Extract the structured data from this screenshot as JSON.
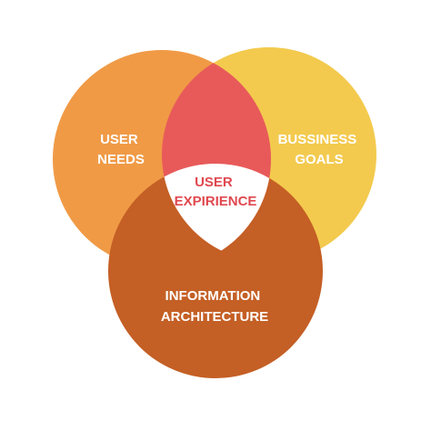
{
  "diagram": {
    "title": "",
    "sets": {
      "user_needs": {
        "lines": [
          "USER",
          "NEEDS"
        ],
        "color": "#F09A46"
      },
      "business_goals": {
        "lines": [
          "BUSSINESS",
          "GOALS"
        ],
        "color": "#F3CA4E"
      },
      "information_architecture": {
        "lines": [
          "INFORMATION",
          "ARCHITECTURE"
        ],
        "color": "#C45F25"
      }
    },
    "intersections": {
      "needs_goals": {
        "color": "#E85A5A"
      },
      "center": {
        "lines": [
          "USER",
          "EXPIRIENCE"
        ],
        "color": "#FFFFFF",
        "text_color": "#E0484F"
      }
    },
    "label_color": "#FFFFFF",
    "background": "#FFFFFF"
  }
}
